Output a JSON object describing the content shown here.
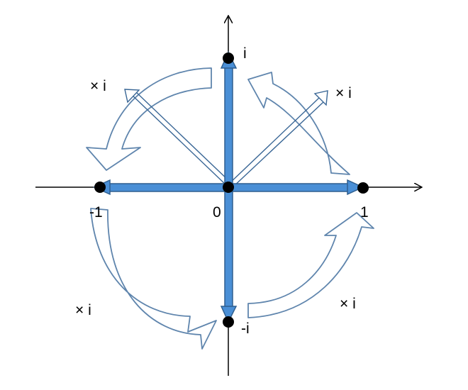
{
  "labels": {
    "zero": "0",
    "one": "1",
    "minus_one": "-1",
    "i": "i",
    "minus_i": "-i",
    "times_i_top_left": "× i",
    "times_i_top_right": "× i",
    "times_i_bottom_left": "× i",
    "times_i_bottom_right": "× i"
  },
  "colors": {
    "axis": "#000000",
    "vector_fill": "#4a8fd6",
    "vector_edge": "#2f5f8f",
    "rotation_arrow_outline": "#5f85ad",
    "point": "#000000"
  },
  "points": [
    "-1",
    "0",
    "1",
    "i",
    "-i"
  ],
  "icons": [
    "rotation-arrow-top-left",
    "rotation-arrow-top-right",
    "rotation-arrow-bottom-left",
    "rotation-arrow-bottom-right"
  ]
}
